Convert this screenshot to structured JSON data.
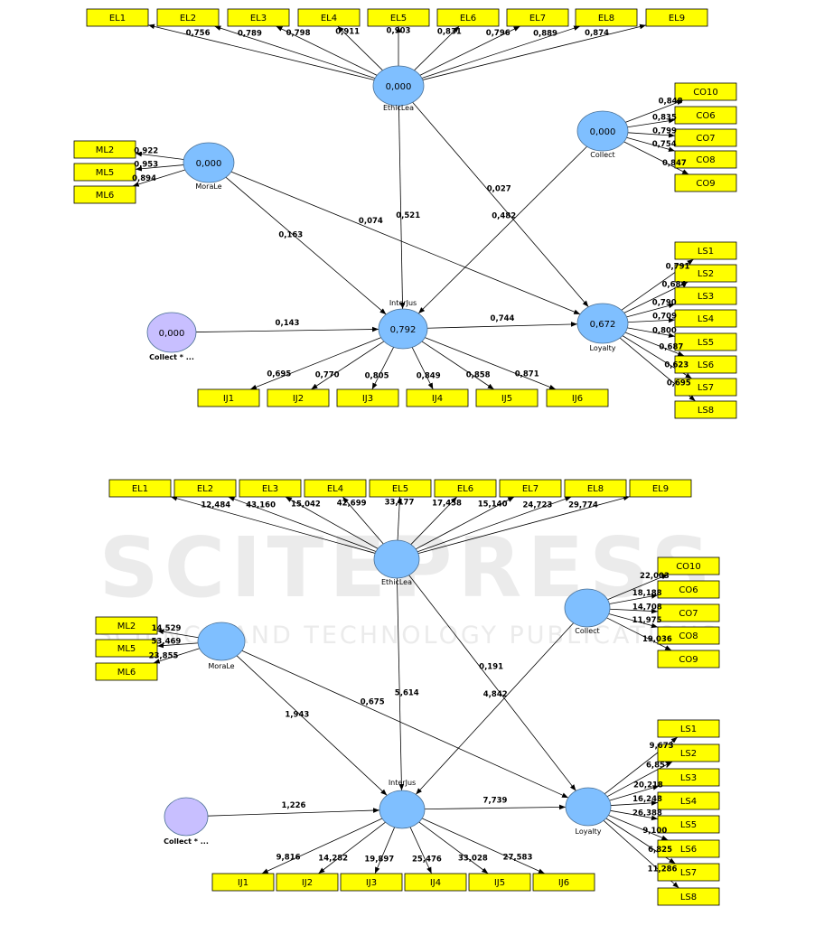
{
  "colors": {
    "latent": "#7fbfff",
    "latent_single": "#c8bfff",
    "indicator": "#ffff00"
  },
  "watermark": {
    "line1": "SCITEPRESS",
    "line2": "SCIENCE AND TECHNOLOGY PUBLICATIONS"
  },
  "panels": [
    {
      "latents": {
        "ethic": {
          "value": "0,000",
          "name": "EthicLea"
        },
        "moral": {
          "value": "0,000",
          "name": "MoraLe"
        },
        "collect": {
          "value": "0,000",
          "name": "Collect"
        },
        "interj": {
          "value": "0,792",
          "name": "InterJus"
        },
        "loyalty": {
          "value": "0,672",
          "name": "Loyalty"
        },
        "mod": {
          "value": "0,000",
          "name": "Collect * ..."
        }
      },
      "indicators": {
        "EL1": "EL1",
        "EL2": "EL2",
        "EL3": "EL3",
        "EL4": "EL4",
        "EL5": "EL5",
        "EL6": "EL6",
        "EL7": "EL7",
        "EL8": "EL8",
        "EL9": "EL9",
        "ML2": "ML2",
        "ML5": "ML5",
        "ML6": "ML6",
        "CO10": "CO10",
        "CO6": "CO6",
        "CO7": "CO7",
        "CO8": "CO8",
        "CO9": "CO9",
        "LS1": "LS1",
        "LS2": "LS2",
        "LS3": "LS3",
        "LS4": "LS4",
        "LS5": "LS5",
        "LS6": "LS6",
        "LS7": "LS7",
        "LS8": "LS8",
        "IJ1": "IJ1",
        "IJ2": "IJ2",
        "IJ3": "IJ3",
        "IJ4": "IJ4",
        "IJ5": "IJ5",
        "IJ6": "IJ6"
      },
      "loadings": {
        "EL1": "0,756",
        "EL2": "0,789",
        "EL3": "0,798",
        "EL4": "0,911",
        "EL5": "0,903",
        "EL6": "0,831",
        "EL7": "0,796",
        "EL8": "0,889",
        "EL9": "0,874",
        "ML2": "0,922",
        "ML5": "0,953",
        "ML6": "0,894",
        "CO10": "0,848",
        "CO6": "0,835",
        "CO7": "0,799",
        "CO8": "0,754",
        "CO9": "0,847",
        "LS1": "0,791",
        "LS2": "0,684",
        "LS3": "0,790",
        "LS4": "0,709",
        "LS5": "0,800",
        "LS6": "0,687",
        "LS7": "0,623",
        "LS8": "0,695",
        "IJ1": "0,695",
        "IJ2": "0,770",
        "IJ3": "0,805",
        "IJ4": "0,849",
        "IJ5": "0,858",
        "IJ6": "0,871"
      },
      "paths": {
        "ethic_interj": "0,521",
        "ethic_loyalty": "0,027",
        "collect_interj": "0,482",
        "moral_interj": "0,163",
        "moral_loyalty": "0,074",
        "mod_interj": "0,143",
        "interj_loyalty": "0,744"
      }
    },
    {
      "latents": {
        "ethic": {
          "value": "",
          "name": "EthicLea"
        },
        "moral": {
          "value": "",
          "name": "MoraLe"
        },
        "collect": {
          "value": "",
          "name": "Collect"
        },
        "interj": {
          "value": "",
          "name": "InterJus"
        },
        "loyalty": {
          "value": "",
          "name": "Loyalty"
        },
        "mod": {
          "value": "",
          "name": "Collect * ..."
        }
      },
      "indicators": {
        "EL1": "EL1",
        "EL2": "EL2",
        "EL3": "EL3",
        "EL4": "EL4",
        "EL5": "EL5",
        "EL6": "EL6",
        "EL7": "EL7",
        "EL8": "EL8",
        "EL9": "EL9",
        "ML2": "ML2",
        "ML5": "ML5",
        "ML6": "ML6",
        "CO10": "CO10",
        "CO6": "CO6",
        "CO7": "CO7",
        "CO8": "CO8",
        "CO9": "CO9",
        "LS1": "LS1",
        "LS2": "LS2",
        "LS3": "LS3",
        "LS4": "LS4",
        "LS5": "LS5",
        "LS6": "LS6",
        "LS7": "LS7",
        "LS8": "LS8",
        "IJ1": "IJ1",
        "IJ2": "IJ2",
        "IJ3": "IJ3",
        "IJ4": "IJ4",
        "IJ5": "IJ5",
        "IJ6": "IJ6"
      },
      "loadings": {
        "EL1": "12,484",
        "EL2": "43,160",
        "EL3": "15,042",
        "EL4": "42,699",
        "EL5": "33,177",
        "EL6": "17,458",
        "EL7": "15,140",
        "EL8": "24,723",
        "EL9": "29,774",
        "ML2": "14,529",
        "ML5": "53,469",
        "ML6": "23,855",
        "CO10": "22,003",
        "CO6": "18,188",
        "CO7": "14,708",
        "CO8": "11,975",
        "CO9": "19,036",
        "LS1": "9,673",
        "LS2": "6,857",
        "LS3": "20,218",
        "LS4": "16,248",
        "LS5": "26,388",
        "LS6": "9,100",
        "LS7": "6,825",
        "LS8": "11,286",
        "IJ1": "9,816",
        "IJ2": "14,282",
        "IJ3": "19,897",
        "IJ4": "25,476",
        "IJ5": "33,028",
        "IJ6": "27,583"
      },
      "paths": {
        "ethic_interj": "5,614",
        "ethic_loyalty": "0,191",
        "collect_interj": "4,842",
        "moral_interj": "1,943",
        "moral_loyalty": "0,675",
        "mod_interj": "1,226",
        "interj_loyalty": "7,739"
      }
    }
  ]
}
